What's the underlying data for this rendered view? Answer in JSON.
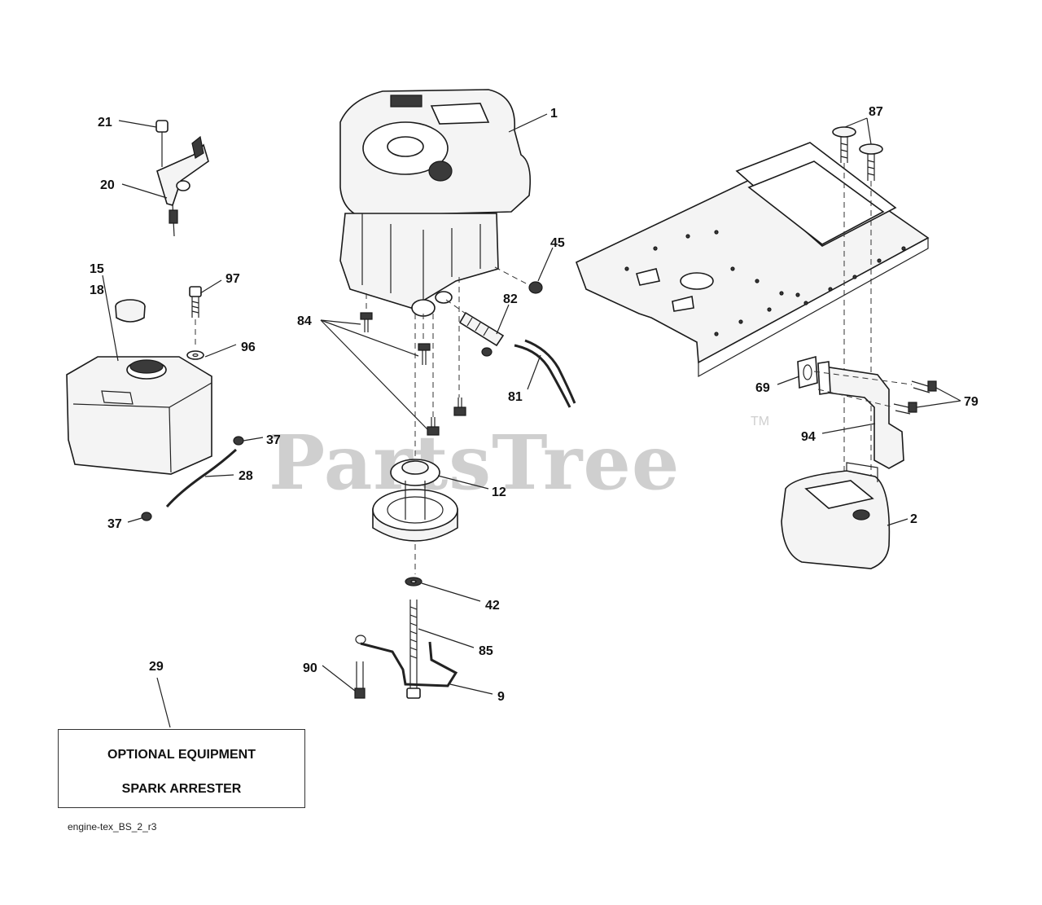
{
  "labels": {
    "p1": "1",
    "p2": "2",
    "p9": "9",
    "p12": "12",
    "p15": "15",
    "p18": "18",
    "p20": "20",
    "p21": "21",
    "p28": "28",
    "p29": "29",
    "p37a": "37",
    "p37b": "37",
    "p42": "42",
    "p45": "45",
    "p69": "69",
    "p79": "79",
    "p81": "81",
    "p82": "82",
    "p84": "84",
    "p85": "85",
    "p87": "87",
    "p90": "90",
    "p94": "94",
    "p96": "96",
    "p97": "97"
  },
  "optional_box": {
    "line1": "OPTIONAL EQUIPMENT",
    "line2": "SPARK ARRESTER"
  },
  "footer": {
    "reference": "engine-tex_BS_2_r3"
  },
  "watermark": {
    "text": "PartsTree",
    "trademark": "TM"
  }
}
